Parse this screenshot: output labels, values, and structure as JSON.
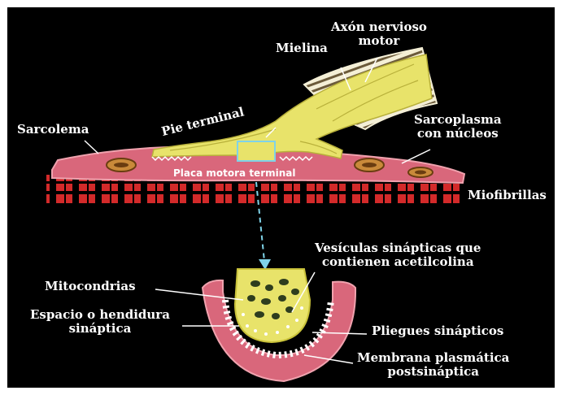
{
  "labels": {
    "axon": "Axón nervioso\nmotor",
    "myelin": "Mielina",
    "terminal_foot": "Pie terminal",
    "sarcolemma": "Sarcolema",
    "sarcoplasm": "Sarcoplasma\ncon núcleos",
    "motor_endplate": "Placa motora terminal",
    "myofibrils": "Miofibrillas",
    "vesicles": "Vesículas sinápticas que\ncontienen acetilcolina",
    "mitochondria": "Mitocondrias",
    "synaptic_cleft": "Espacio o hendidura\nsináptica",
    "synaptic_folds": "Pliegues sinápticos",
    "plasma_membrane": "Membrana plasmática\npostsináptica"
  },
  "colors": {
    "background": "#000000",
    "muscle": "#d9677b",
    "axon": "#e8e36a",
    "myelin": "#f2e9c8",
    "myofibril": "#d32a2a",
    "vesicle": "#2e3d1e",
    "arrow": "#7fd3e8"
  }
}
